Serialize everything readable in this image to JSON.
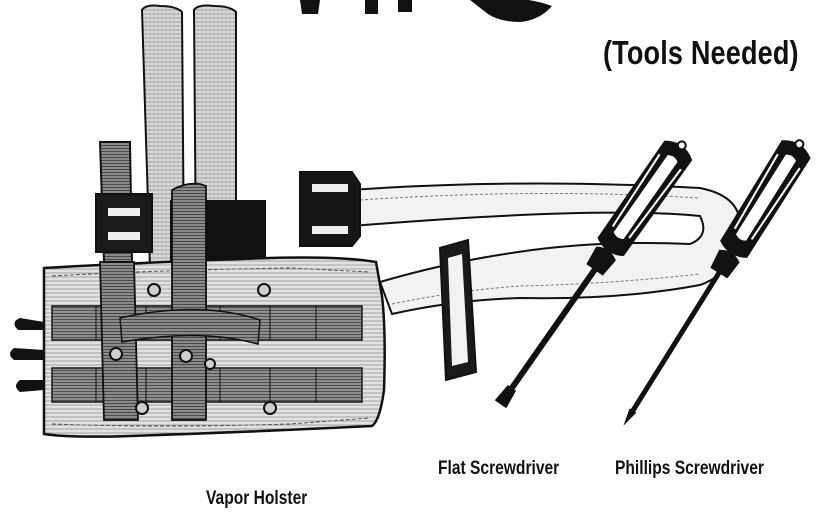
{
  "heading": "(Tools Needed)",
  "items": {
    "holster": {
      "label": "Vapor Holster",
      "icon": "leg-holster-illustration"
    },
    "flat_screwdriver": {
      "label": "Flat Screwdriver",
      "icon": "flat-screwdriver-icon"
    },
    "phillips_screwdriver": {
      "label": "Phillips Screwdriver",
      "icon": "phillips-screwdriver-icon"
    }
  },
  "colors": {
    "ink": "#111111",
    "strap": "#8a8a8a",
    "panel": "#f2f2f2",
    "background": "#ffffff"
  }
}
